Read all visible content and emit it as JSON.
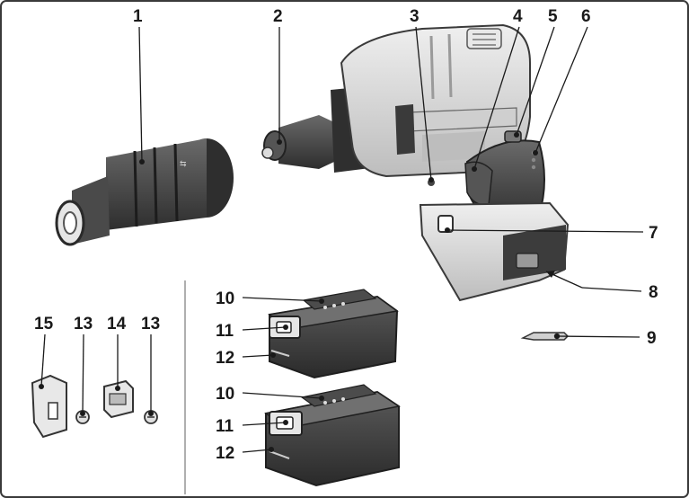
{
  "callouts": [
    {
      "id": "1",
      "text": "1"
    },
    {
      "id": "2",
      "text": "2"
    },
    {
      "id": "3",
      "text": "3"
    },
    {
      "id": "4",
      "text": "4"
    },
    {
      "id": "5",
      "text": "5"
    },
    {
      "id": "6",
      "text": "6"
    },
    {
      "id": "7",
      "text": "7"
    },
    {
      "id": "8",
      "text": "8"
    },
    {
      "id": "9",
      "text": "9"
    },
    {
      "id": "10a",
      "text": "10"
    },
    {
      "id": "11a",
      "text": "11"
    },
    {
      "id": "12a",
      "text": "12"
    },
    {
      "id": "10b",
      "text": "10"
    },
    {
      "id": "11b",
      "text": "11"
    },
    {
      "id": "12b",
      "text": "12"
    },
    {
      "id": "15",
      "text": "15"
    },
    {
      "id": "13a",
      "text": "13"
    },
    {
      "id": "14",
      "text": "14"
    },
    {
      "id": "13b",
      "text": "13"
    }
  ],
  "colors": {
    "frame": "#3a3a3a",
    "body_dark": "#3b3b3b",
    "body_mid": "#8c8c8c",
    "body_light": "#d9d9d9",
    "highlight": "#f2f2f2"
  }
}
